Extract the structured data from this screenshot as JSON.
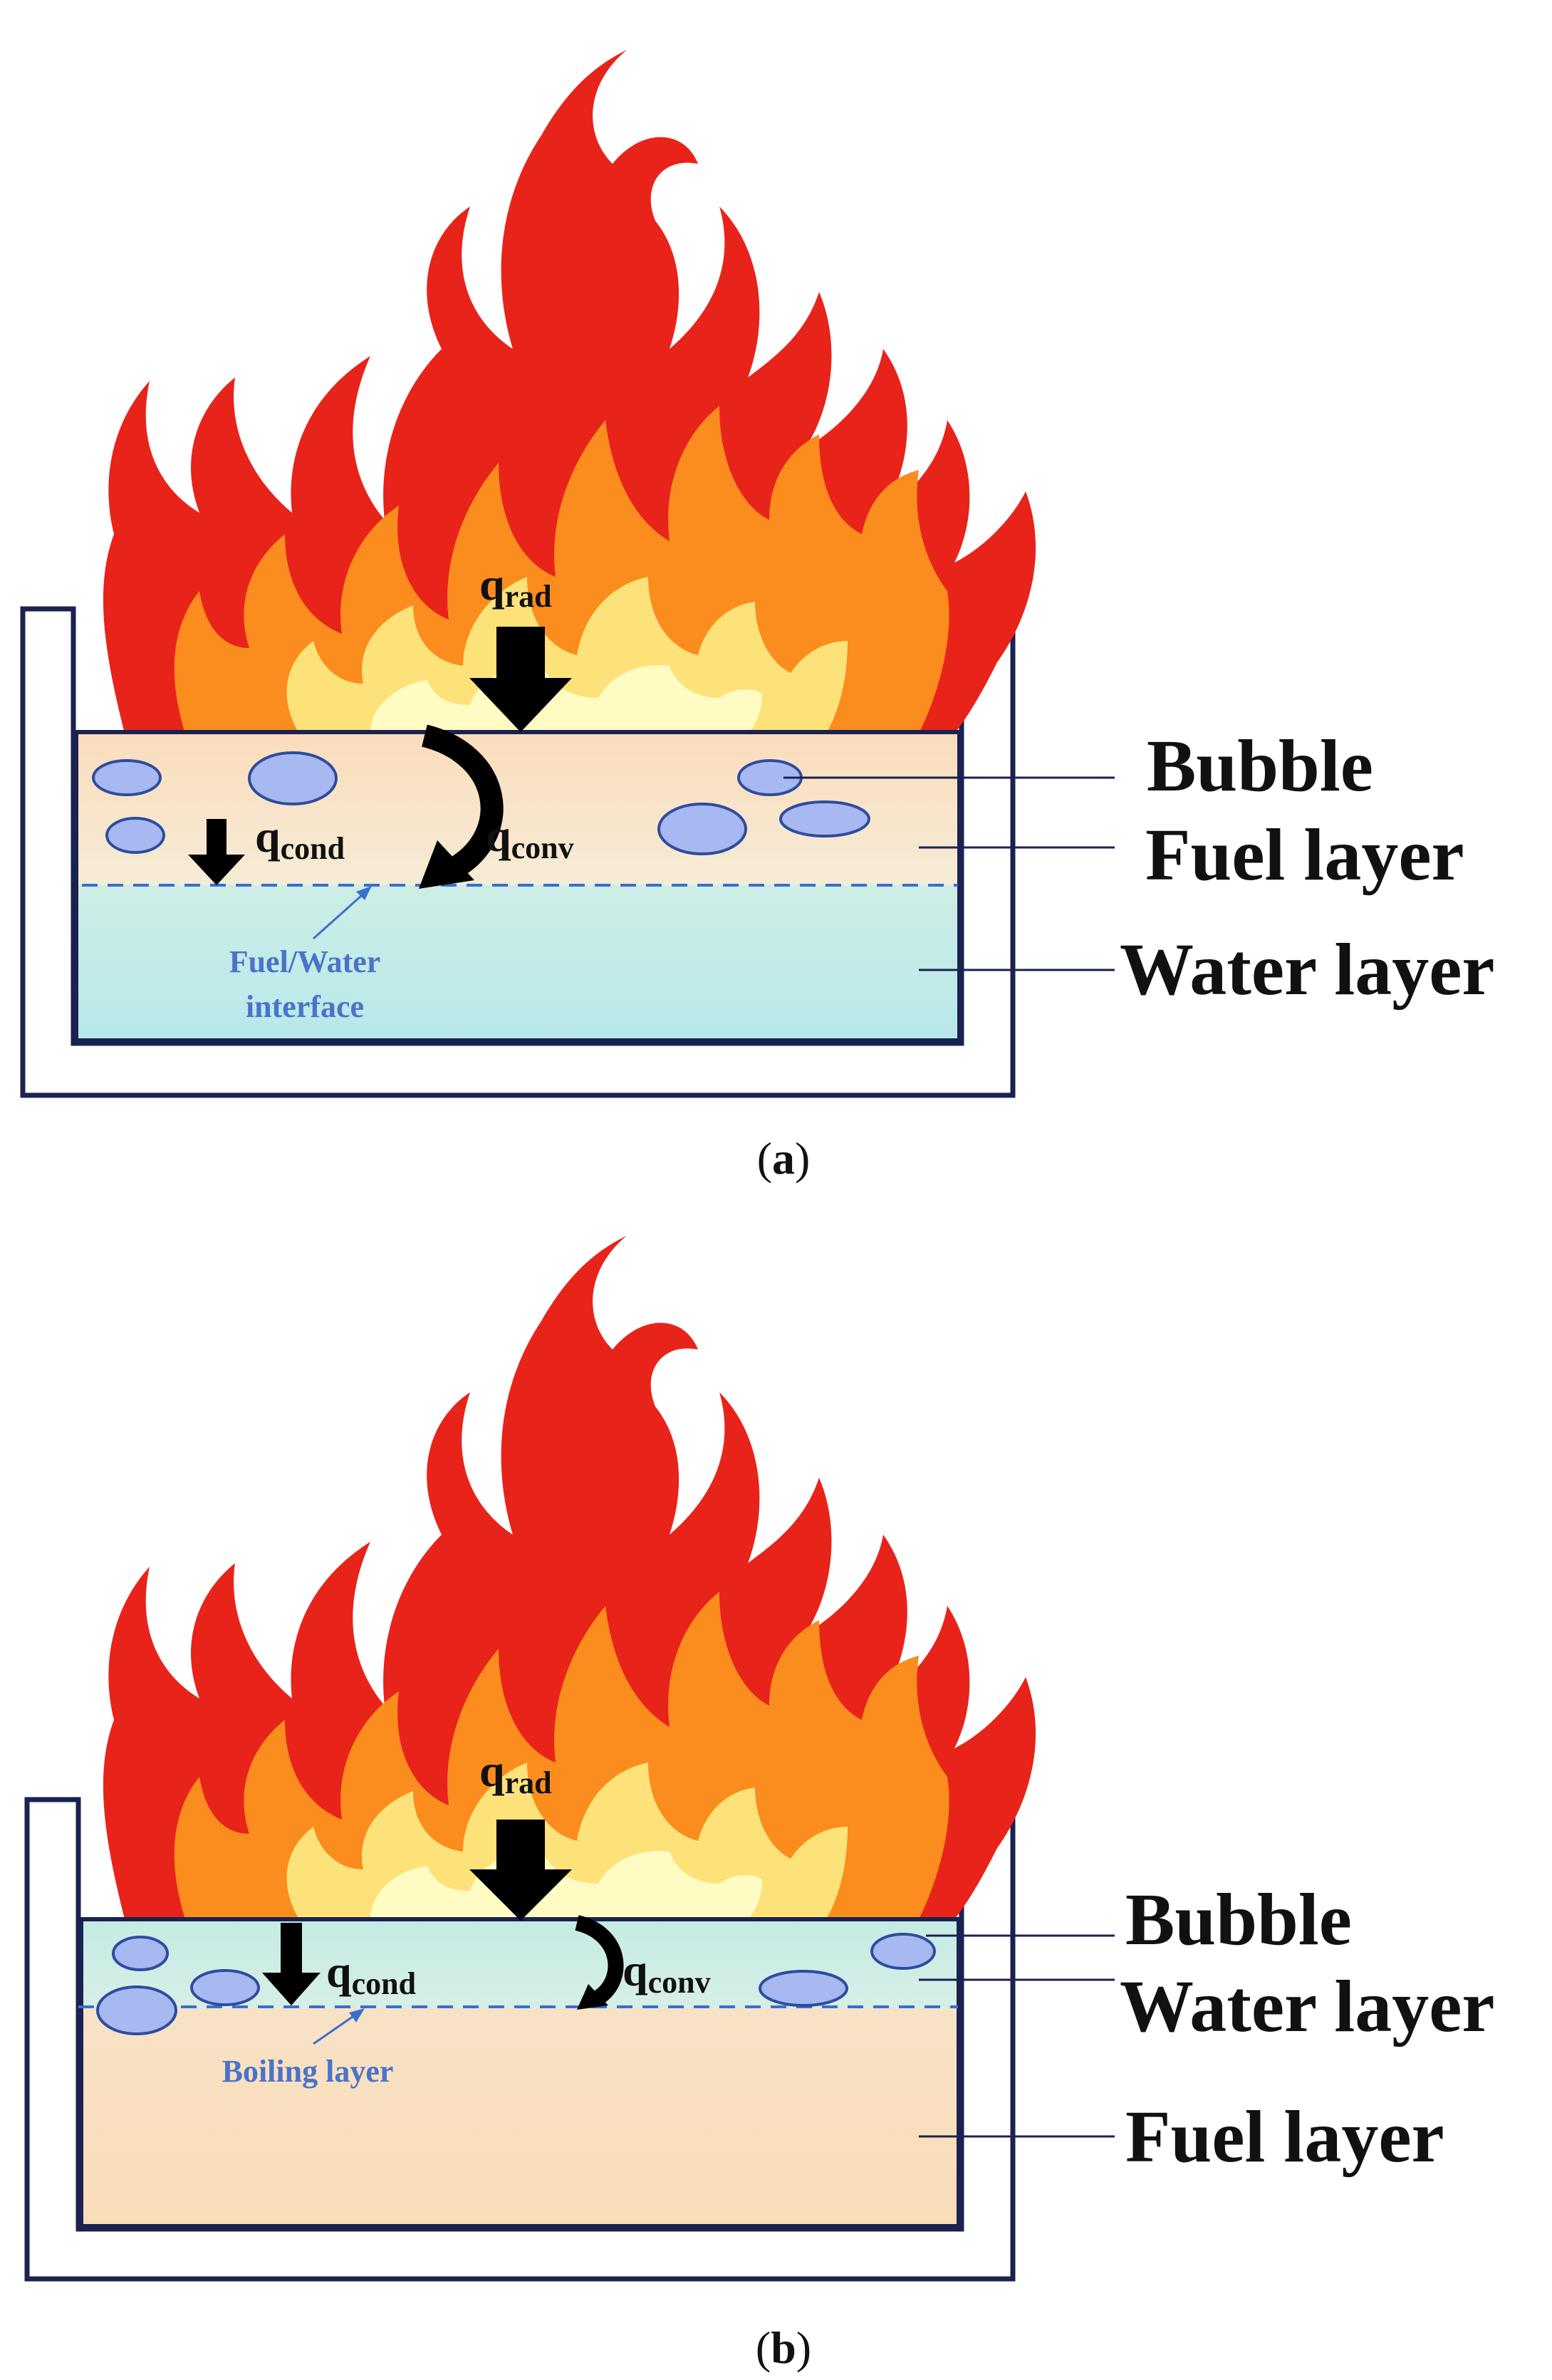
{
  "colors": {
    "flame_outer": "#e8231a",
    "flame_mid": "#fb8c1e",
    "flame_inner": "#fde27a",
    "flame_core": "#fffbc2",
    "fuel": "#fbe2c4",
    "water": "#c2ebe6",
    "bubble_fill": "#a8b9f2",
    "bubble_stroke": "#2e4c9e",
    "vessel": "#1a2250",
    "interface_line": "#3a6fd0",
    "blue_text": "#4a73c9"
  },
  "panel_a": {
    "caption": {
      "open": "(",
      "letter": "a",
      "close": ")"
    },
    "q_rad": {
      "base": "q",
      "sub": "rad"
    },
    "q_cond": {
      "base": "q",
      "sub": "cond"
    },
    "q_conv": {
      "base": "q",
      "sub": "conv"
    },
    "interface_label": [
      "Fuel/Water",
      "interface"
    ],
    "labels": {
      "bubble": "Bubble",
      "top_layer": "Fuel layer",
      "bottom_layer": "Water layer"
    }
  },
  "panel_b": {
    "caption": {
      "open": "(",
      "letter": "b",
      "close": ")"
    },
    "q_rad": {
      "base": "q",
      "sub": "rad"
    },
    "q_cond": {
      "base": "q",
      "sub": "cond"
    },
    "q_conv": {
      "base": "q",
      "sub": "conv"
    },
    "interface_label": [
      "Boiling layer"
    ],
    "labels": {
      "bubble": "Bubble",
      "top_layer": "Water layer",
      "bottom_layer": "Fuel layer"
    }
  }
}
